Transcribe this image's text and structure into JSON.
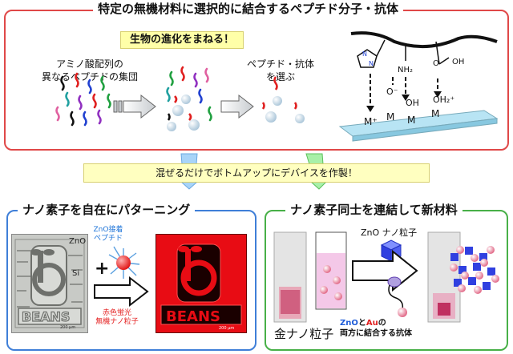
{
  "top": {
    "title": "特定の無機材料に選択的に結合するペプチド分子・抗体",
    "evolution": "生物の進化をまねる！",
    "library_line1": "アミノ酸配列の",
    "library_line2": "異なるペプチドの集団",
    "select_line1": "ペプチド・抗体",
    "select_line2": "を選ぶ",
    "surface": {
      "M": "M",
      "M_plus": "M⁺",
      "O_minus": "O⁻",
      "OH": "OH",
      "OH2_plus": "OH₂⁺",
      "NH2": "NH₂",
      "O": "O",
      "OH_acid": "OH"
    }
  },
  "middle": {
    "banner": "混ぜるだけでボトムアップにデバイスを作製！"
  },
  "left": {
    "title": "ナノ素子を自在にパターニング",
    "zno_binding_line1": "ZnO接着",
    "zno_binding_line2": "ペプチド",
    "red_line1": "赤色蛍光",
    "red_line2": "無機ナノ粒子",
    "chip_zno": "ZnO",
    "chip_si": "Si",
    "logo_text": "BEANS",
    "scale": "200 μm",
    "plus": "+"
  },
  "right": {
    "title": "ナノ素子同士を連結して新材料",
    "zno_nano": "ZnO ナノ粒子",
    "gold_nano": "金ナノ粒子",
    "ab_zno": "ZnO",
    "ab_to": "と",
    "ab_au": "Au",
    "ab_suffix": "の",
    "ab_line2": "両方に結合する抗体"
  },
  "colors": {
    "top_border": "#e04848",
    "left_border": "#3f7fd8",
    "right_border": "#48b048",
    "banner": "#ffffc0"
  }
}
